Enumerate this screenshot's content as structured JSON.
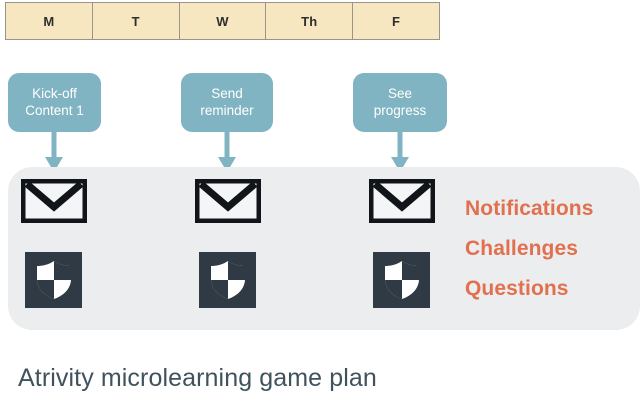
{
  "week_table": {
    "days": [
      {
        "label": "M"
      },
      {
        "label": "T"
      },
      {
        "label": "W"
      },
      {
        "label": "Th"
      },
      {
        "label": "F"
      }
    ]
  },
  "callouts": [
    {
      "text": "Kick-off\nContent 1",
      "day": "M",
      "arrow_icon": "down-arrow-icon"
    },
    {
      "text": "Send\nreminder",
      "day": "W",
      "arrow_icon": "down-arrow-icon"
    },
    {
      "text": "See\nprogress",
      "day": "F",
      "arrow_icon": "down-arrow-icon"
    }
  ],
  "icon_panel": {
    "rows": [
      {
        "icon": "envelope-icon",
        "columns": 3
      },
      {
        "icon": "shield-icon",
        "columns": 3
      }
    ],
    "categories": [
      {
        "label": "Notifications"
      },
      {
        "label": "Challenges"
      },
      {
        "label": "Questions"
      }
    ]
  },
  "caption": {
    "text": "Atrivity microlearning game plan"
  },
  "colors": {
    "day_cell_fill": "#f6e7c1",
    "day_cell_border": "#9a958a",
    "callout_fill": "#81b4c2",
    "callout_text": "#ffffff",
    "arrow": "#81b4c2",
    "panel_fill": "#ecedef",
    "envelope_outline": "#111418",
    "shield_tile_fill": "#2f3a44",
    "shield_glyph": "#ffffff",
    "category_text": "#e2704f",
    "caption_text": "#40535c"
  }
}
